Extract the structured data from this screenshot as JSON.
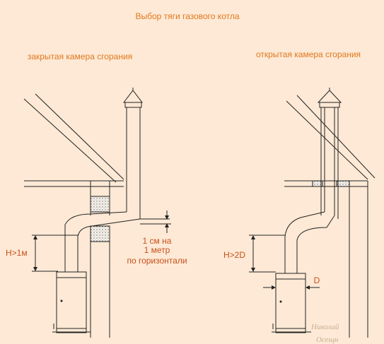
{
  "title": "Выбор тяги газового котла",
  "left": {
    "label": "закрытая камера сгорания",
    "height_label": "H>1м",
    "note_lines": [
      "1 см на",
      "1 метр",
      "по горизонтали"
    ]
  },
  "right": {
    "label": "открытая камера сгорания",
    "height_label": "H>2D",
    "diameter_label": "D"
  },
  "watermark": [
    "Николай",
    "Осещн"
  ],
  "colors": {
    "background": "#fde9d5",
    "text": "#e0781e",
    "label_text": "#c8501a",
    "line": "#222222"
  }
}
